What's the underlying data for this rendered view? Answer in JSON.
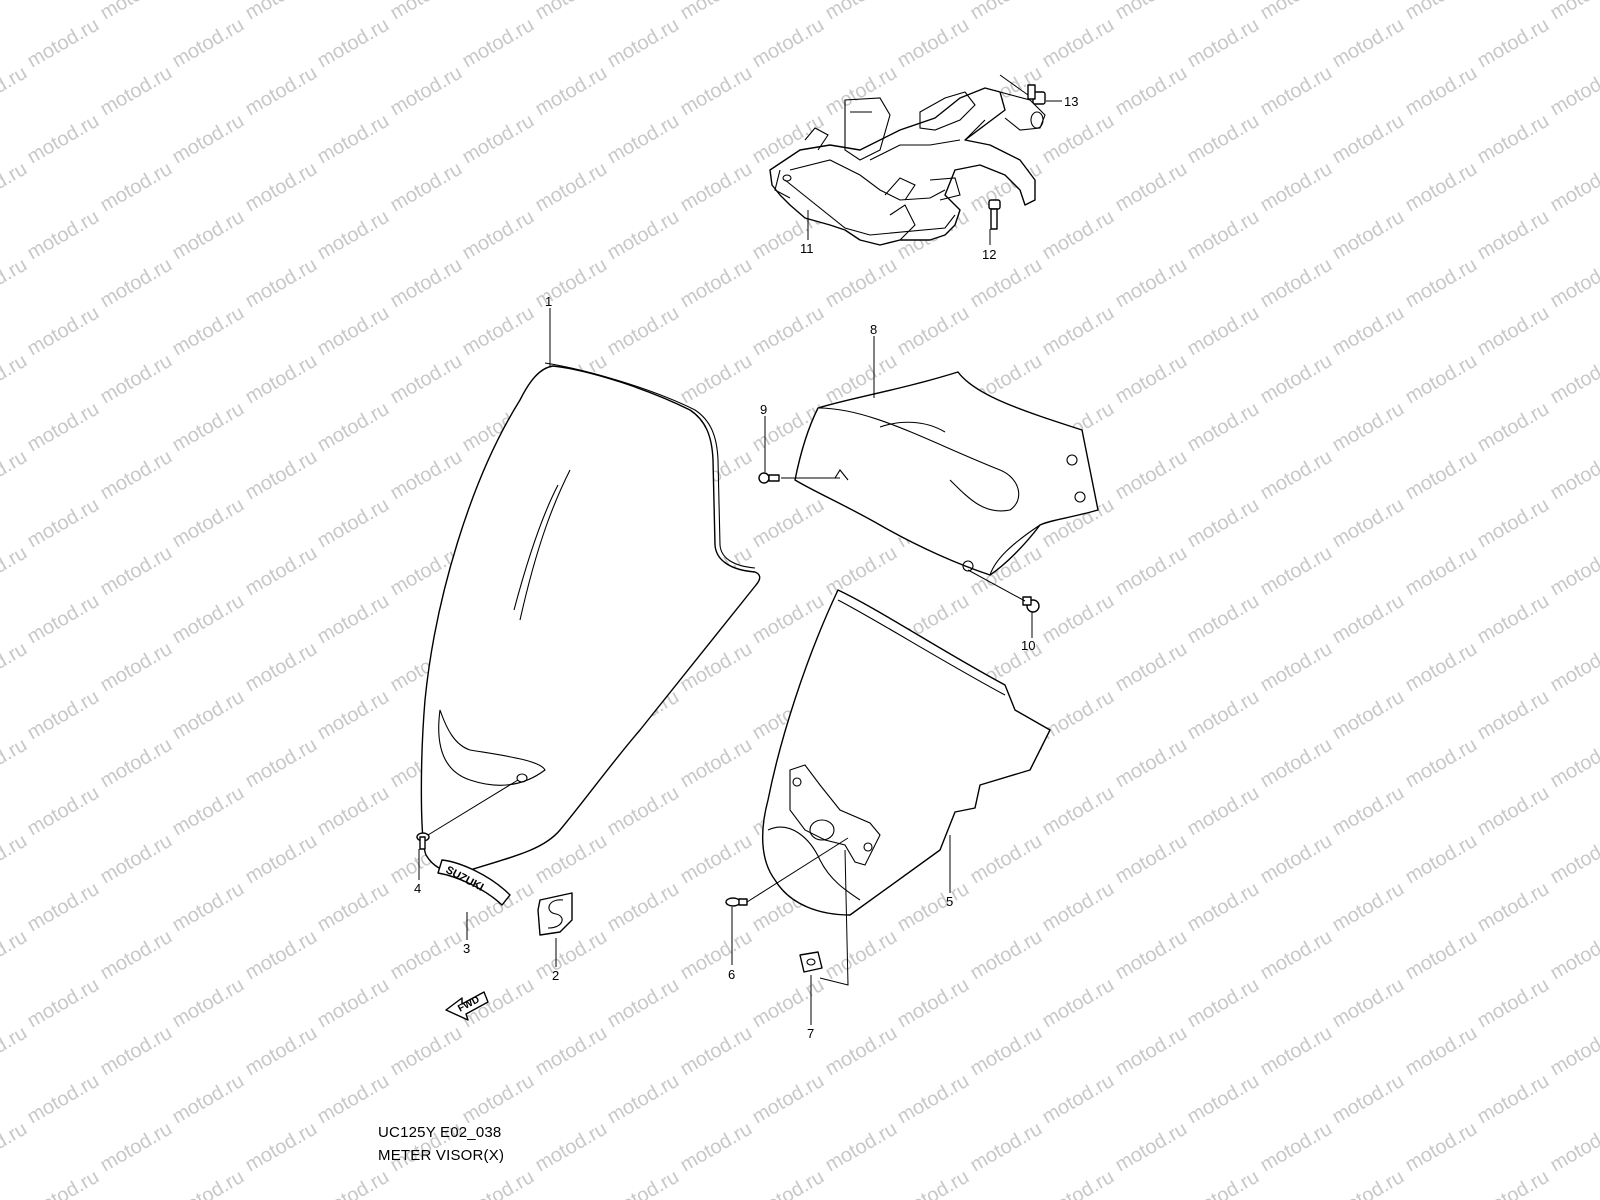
{
  "watermark": {
    "text": "motod.ru",
    "color": "#c8c8c8"
  },
  "callouts": [
    {
      "id": "1",
      "label": "1"
    },
    {
      "id": "2",
      "label": "2"
    },
    {
      "id": "3",
      "label": "3"
    },
    {
      "id": "4",
      "label": "4"
    },
    {
      "id": "5",
      "label": "5"
    },
    {
      "id": "6",
      "label": "6"
    },
    {
      "id": "7",
      "label": "7"
    },
    {
      "id": "8",
      "label": "8"
    },
    {
      "id": "9",
      "label": "9"
    },
    {
      "id": "10",
      "label": "10"
    },
    {
      "id": "11",
      "label": "11"
    },
    {
      "id": "12",
      "label": "12"
    },
    {
      "id": "13",
      "label": "13"
    }
  ],
  "emblem_text": "SUZUKI",
  "fwd_text": "FWD",
  "caption": {
    "code": "UC125Y E02_038",
    "title": "METER VISOR(X)"
  }
}
